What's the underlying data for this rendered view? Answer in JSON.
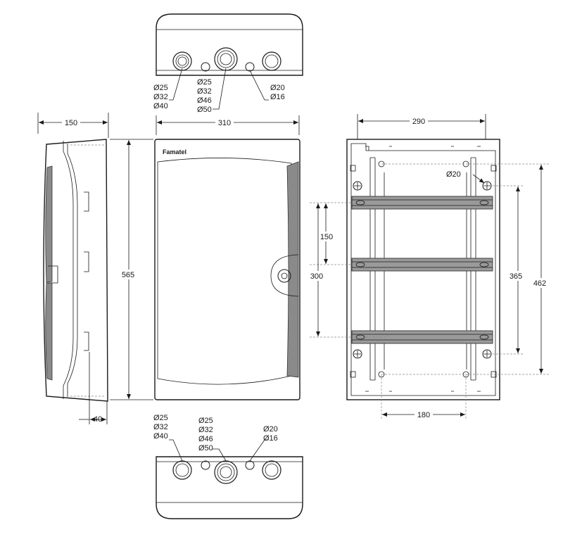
{
  "brand": "Famatel",
  "dimensions": {
    "depth": "150",
    "width": "310",
    "height": "565",
    "rail_depth": "40",
    "rail_width": "290",
    "rail_spacing": "150",
    "rail_span": "300",
    "mount_vertical": "365",
    "mount_height": "462",
    "mount_horizontal": "180",
    "hole_back": "Ø20"
  },
  "top_knockouts": {
    "group1": [
      "Ø25",
      "Ø32",
      "Ø40"
    ],
    "group2": [
      "Ø25",
      "Ø32",
      "Ø46",
      "Ø50"
    ],
    "group3": [
      "Ø20",
      "Ø16"
    ]
  },
  "bottom_knockouts": {
    "group1": [
      "Ø25",
      "Ø32",
      "Ø40"
    ],
    "group2": [
      "Ø25",
      "Ø32",
      "Ø46",
      "Ø50"
    ],
    "group3": [
      "Ø20",
      "Ø16"
    ]
  },
  "colors": {
    "line": "#1a1a1a",
    "gray_fill": "#8a8a8a",
    "rail_fill": "#9a9a9a"
  }
}
